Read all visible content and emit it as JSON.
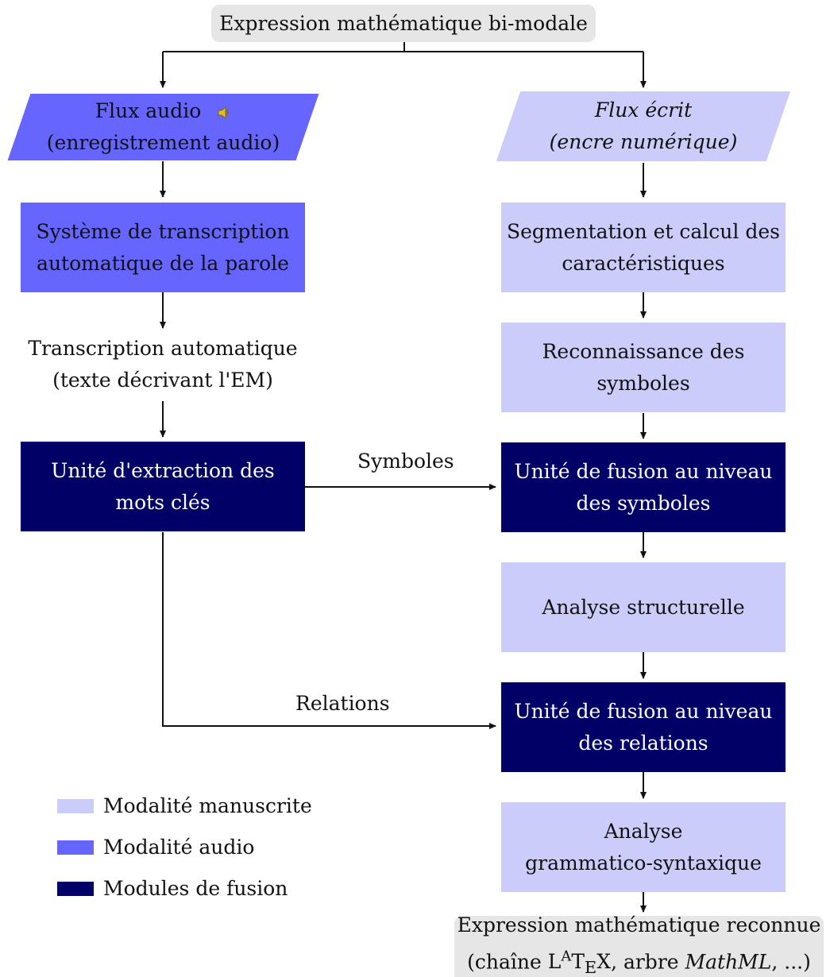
{
  "colors": {
    "light": "#ccccfb",
    "audio": "#6666ff",
    "dark": "#000066",
    "grey": "#e6e6e6"
  },
  "top": "Expression mathématique bi-modale",
  "audio_stream": {
    "line1": "Flux audio",
    "line2": "(enregistrement audio)",
    "icon": "speaker-icon"
  },
  "written_stream": {
    "line1": "Flux écrit",
    "line2": "(encre numérique)"
  },
  "asr": {
    "line1": "Système de transcription",
    "line2": "automatique de la parole"
  },
  "transcription": {
    "line1": "Transcription automatique",
    "line2": "(texte décrivant l'EM)"
  },
  "keywords": {
    "line1": "Unité d'extraction des",
    "line2": "mots clés"
  },
  "segmentation": {
    "line1": "Segmentation et calcul des",
    "line2": "caractéristiques"
  },
  "recognition": {
    "line1": "Reconnaissance des",
    "line2": "symboles"
  },
  "fusion_symbols": {
    "line1": "Unité de fusion au niveau",
    "line2": "des symboles"
  },
  "structural": {
    "line1": "Analyse structurelle"
  },
  "fusion_relations": {
    "line1": "Unité de fusion au niveau",
    "line2": "des relations"
  },
  "grammar": {
    "line1": "Analyse",
    "line2": "grammatico-syntaxique"
  },
  "result": {
    "line1": "Expression mathématique reconnue",
    "line2_pre": "(chaîne ",
    "latex": "LaTeX",
    "line2_mid": ", arbre ",
    "mathml": "MathML",
    "line2_post": ", ...)"
  },
  "edges": {
    "symbols": "Symboles",
    "relations": "Relations"
  },
  "legend": [
    {
      "label": "Modalité manuscrite",
      "color": "#ccccfb"
    },
    {
      "label": "Modalité audio",
      "color": "#6666ff"
    },
    {
      "label": "Modules de fusion",
      "color": "#000066"
    }
  ]
}
